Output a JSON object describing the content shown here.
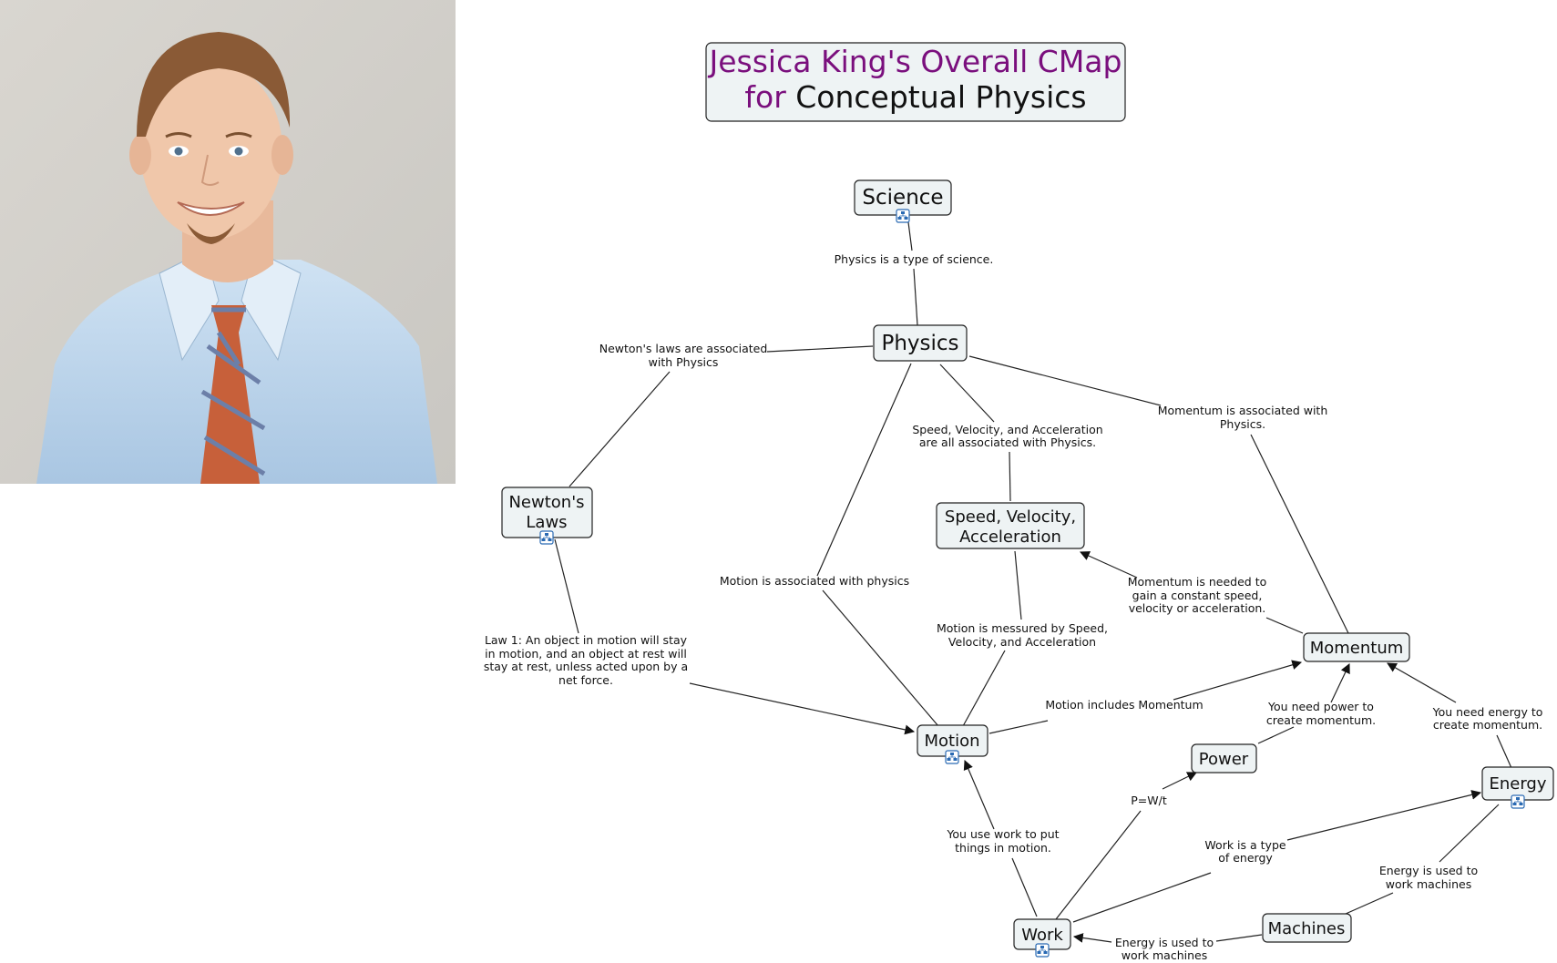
{
  "title": {
    "line1": "Jessica King's Overall CMap",
    "line2_prefix": "for",
    "line2_rest": "Conceptual Physics",
    "accent_color": "#7a0f7d",
    "text_color": "#111111"
  },
  "photo": {
    "description_icon": "person-portrait"
  },
  "concepts": {
    "science": "Science",
    "physics": "Physics",
    "newtons_laws": [
      "Newton's",
      "Laws"
    ],
    "svA": [
      "Speed, Velocity,",
      "Acceleration"
    ],
    "motion": "Motion",
    "momentum": "Momentum",
    "power": "Power",
    "energy": "Energy",
    "work": "Work",
    "machines": "Machines"
  },
  "links": {
    "science_physics": [
      "Physics is a type of science."
    ],
    "newton_physics": [
      "Newton's laws are associated",
      "with Physics"
    ],
    "svA_physics": [
      "Speed, Velocity, and Acceleration",
      "are all associated with Physics."
    ],
    "momentum_physics": [
      "Momentum is associated with",
      "Physics."
    ],
    "motion_physics": [
      "Motion is associated with physics"
    ],
    "momentum_svA": [
      "Momentum is needed to",
      "gain a constant speed,",
      "velocity or acceleration."
    ],
    "law1": [
      "Law 1: An object in motion will stay",
      "in motion, and an object at rest will",
      "stay at rest, unless acted upon by a",
      "net force."
    ],
    "motion_svA": [
      "Motion is messured by Speed,",
      "Velocity, and Acceleration"
    ],
    "motion_momentum": [
      "Motion includes Momentum"
    ],
    "power_momentum": [
      "You need power to",
      "create momentum."
    ],
    "energy_momentum": [
      "You need energy to",
      "create momentum."
    ],
    "pwt": [
      "P=W/t"
    ],
    "work_motion": [
      "You use work to put",
      "things in motion."
    ],
    "work_energy": [
      "Work is a type",
      "of energy"
    ],
    "energy_machines": [
      "Energy is used to",
      "work machines"
    ],
    "machines_work": [
      "Energy is used to",
      "work machines"
    ]
  },
  "colors": {
    "node_fill": "#eef3f4",
    "node_stroke": "#222222",
    "line": "#222222",
    "icon_blue": "#2a6ab3"
  }
}
